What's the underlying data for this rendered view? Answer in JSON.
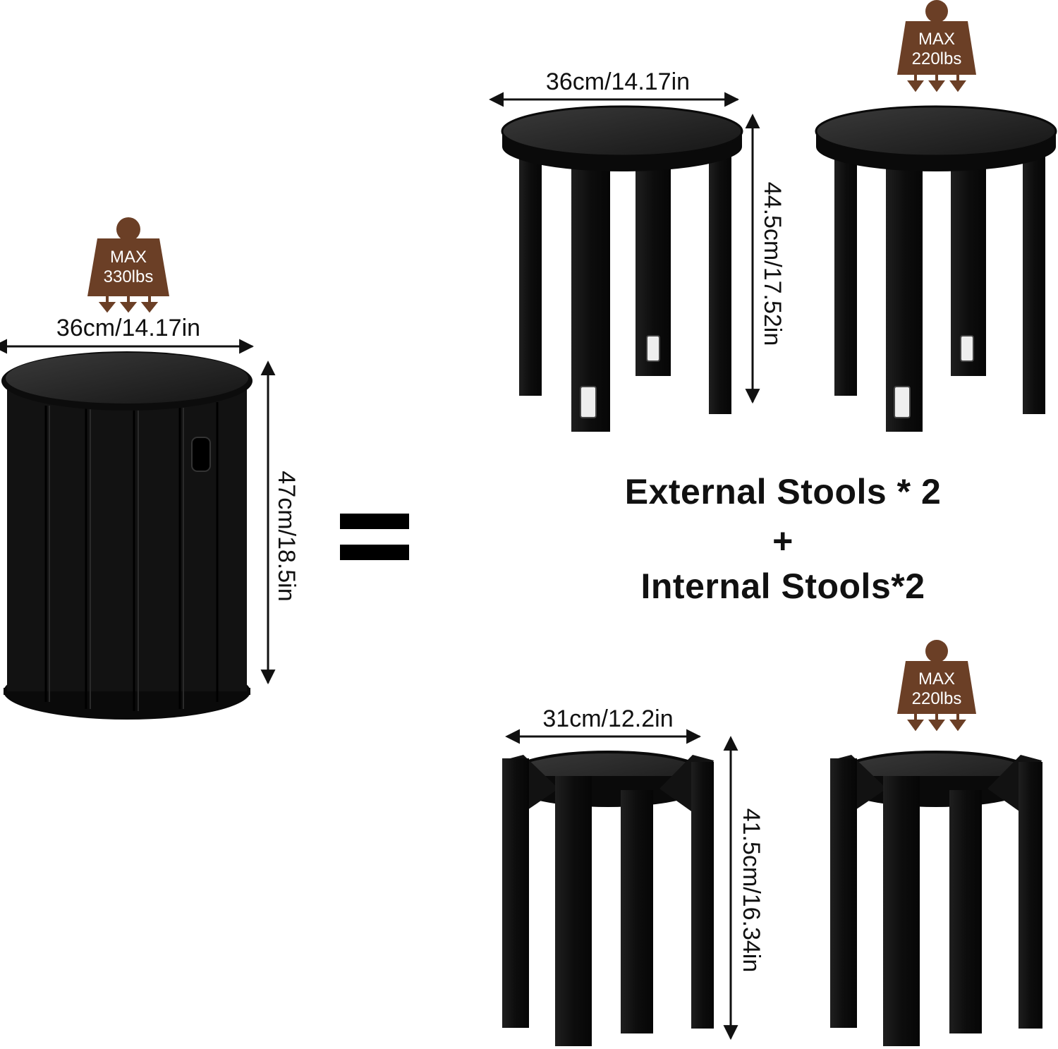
{
  "set_stool": {
    "max_label": "MAX",
    "max_load": "330lbs",
    "width": "36cm/14.17in",
    "height": "47cm/18.5in"
  },
  "equals_sign": "=",
  "external_stool": {
    "max_label": "MAX",
    "max_load": "220lbs",
    "width": "36cm/14.17in",
    "height": "44.5cm/17.52in"
  },
  "internal_stool": {
    "max_label": "MAX",
    "max_load": "220lbs",
    "width": "31cm/12.2in",
    "height": "41.5cm/16.34in"
  },
  "captions": {
    "external": "External Stools * 2",
    "plus": "+",
    "internal": "Internal Stools*2"
  },
  "colors": {
    "badge": "#6b3f26",
    "wood": "#141414",
    "wood_top": "#2a2a2a"
  }
}
